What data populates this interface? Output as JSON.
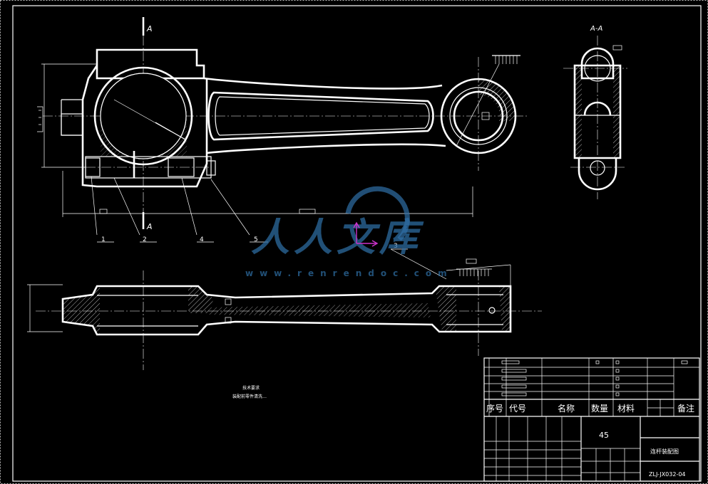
{
  "colors": {
    "background": "#000000",
    "lines": "#ffffff",
    "watermark": "#2f6fa6",
    "ucs_icon": "#cc33cc"
  },
  "views": {
    "section_mark_top": "A",
    "section_mark_bottom": "A",
    "section_title": "A-A"
  },
  "balloons": [
    "1",
    "2",
    "4",
    "5",
    "3"
  ],
  "technical_notes": {
    "title": "技术要求",
    "line1": "装配前零件清洗…"
  },
  "watermark": {
    "brand": "人人文库",
    "url": "www.renrendoc.com"
  },
  "title_block": {
    "bom_header": {
      "seq": "序号",
      "code": "代号",
      "name": "名称",
      "qty": "数量",
      "material": "材料",
      "remark": "备注"
    },
    "material_value": "45",
    "drawing_title": "连杆装配图",
    "drawing_number": "ZLJ-JX032-04"
  },
  "icons": [
    "ucs-axis-icon"
  ]
}
